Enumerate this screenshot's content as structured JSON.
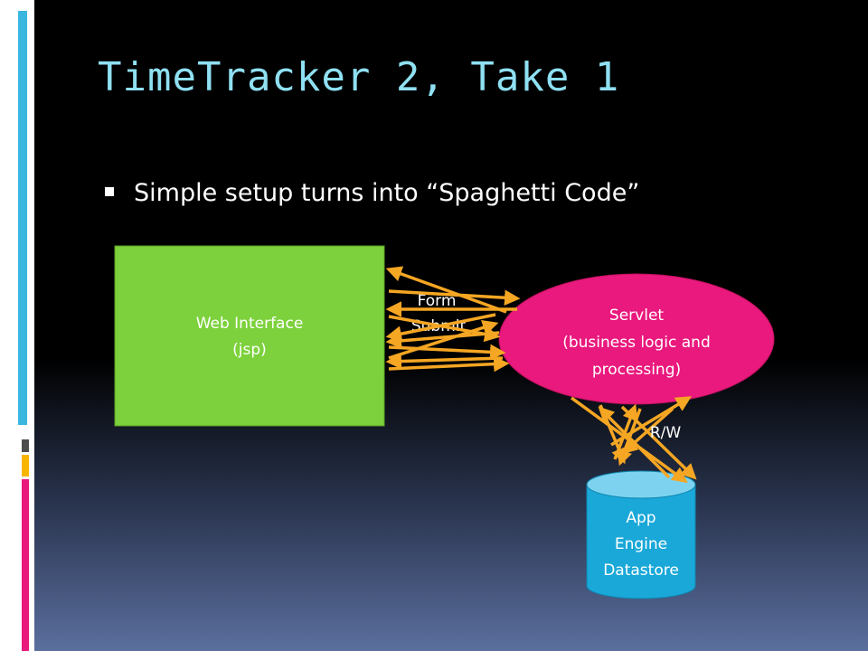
{
  "slide": {
    "title": "TimeTracker 2, Take 1",
    "bullet": "Simple setup turns into “Spaghetti Code”"
  },
  "diagram": {
    "web_interface": {
      "line1": "Web Interface",
      "line2": "(jsp)",
      "color": "#7dd13c"
    },
    "servlet": {
      "line1": "Servlet",
      "line2": "(business logic and",
      "line3": "processing)",
      "color": "#e9197d"
    },
    "datastore": {
      "line1": "App",
      "line2": "Engine",
      "line3": "Datastore",
      "color": "#1aa8d8"
    },
    "form_submit_label": {
      "line1": "Form",
      "line2": "Submit"
    },
    "rw_label": "R/W",
    "arrow_color": "#f5a623"
  },
  "colors": {
    "title": "#8fe0f2",
    "background": "#000000",
    "sidebar_accents": [
      "#3ab7de",
      "#4d4d4d",
      "#f7b500",
      "#e9197d"
    ]
  }
}
